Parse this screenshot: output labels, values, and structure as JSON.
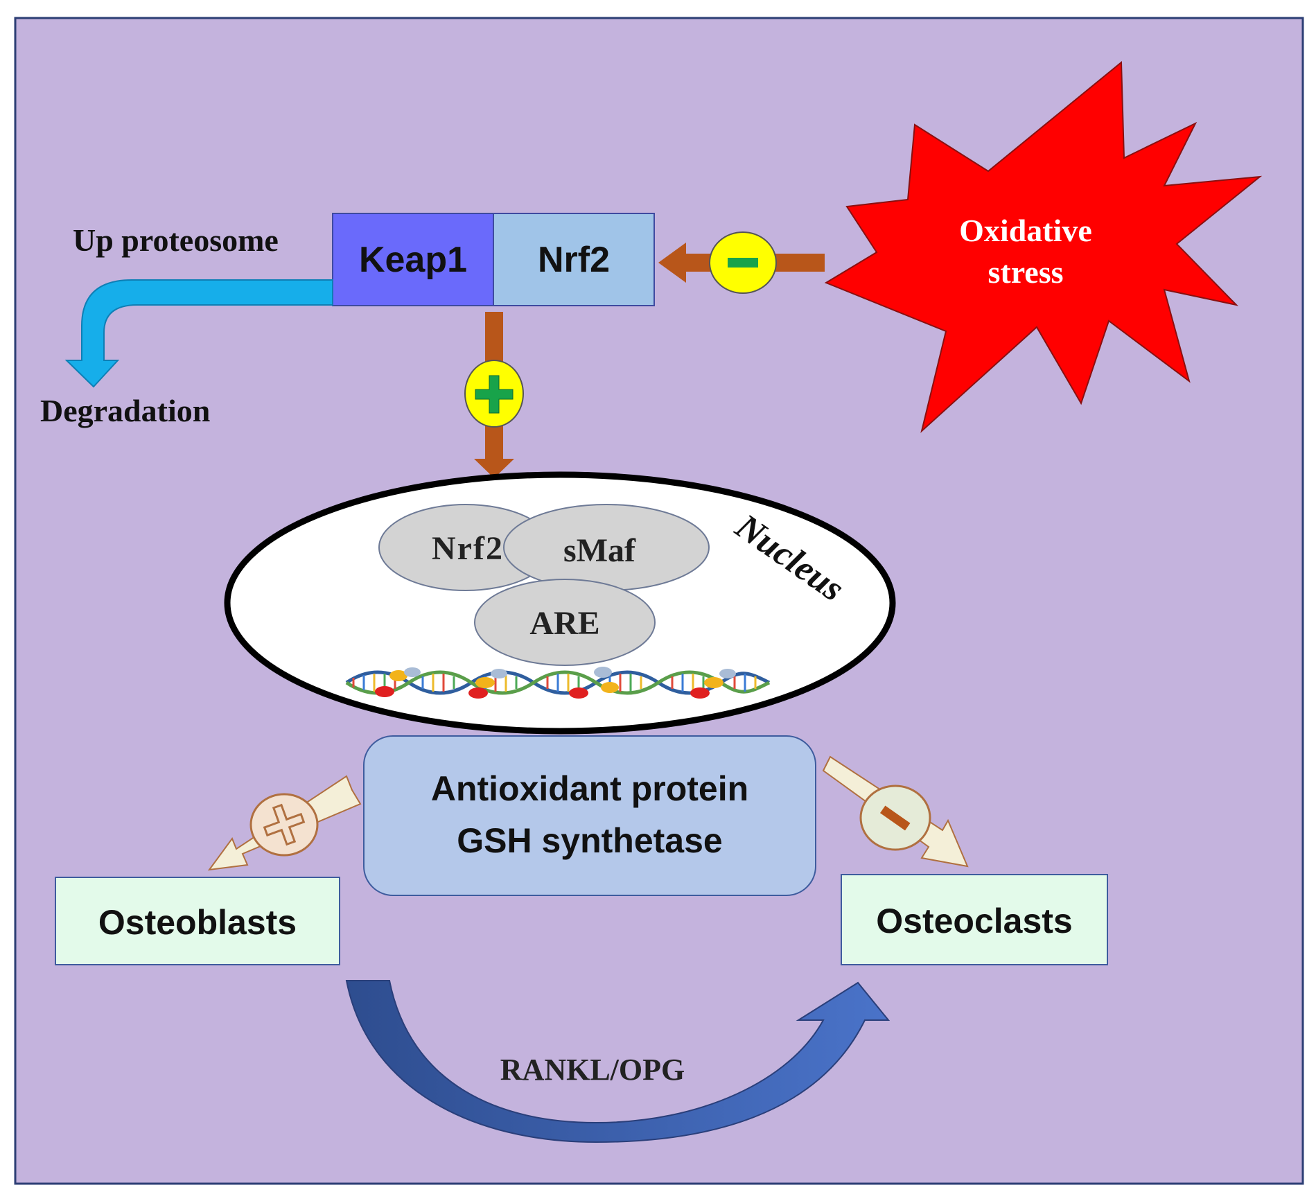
{
  "labels": {
    "up_proteosome": "Up proteosome",
    "degradation": "Degradation",
    "keap1": "Keap1",
    "nrf2_box": "Nrf2",
    "oxidative_line1": "Oxidative",
    "oxidative_line2": "stress",
    "nucleus": "Nucleus",
    "nrf2_oval": "Nrf2",
    "smaf": "sMaf",
    "are": "ARE",
    "antioxidant_line1": "Antioxidant protein",
    "antioxidant_line2": "GSH synthetase",
    "osteoblasts": "Osteoblasts",
    "osteoclasts": "Osteoclasts",
    "rankl_opg": "RANKL/OPG"
  },
  "colors": {
    "background": "#C4B3DD",
    "keap1_box": "#6A6AFB",
    "nrf2_box": "#A0C4E8",
    "star": "#FF0000",
    "brown_arrow": "#B8561A",
    "sign_circle": "#FFFF00",
    "sign_green": "#18A34A",
    "blue_arrow": "#16AEEA",
    "antioxidant_box": "#B4C8EA",
    "cell_box": "#E3FAEA",
    "curve_arrow": "#3457A0"
  },
  "signs": {
    "oxidative_to_nrf2": "minus",
    "nrf2_to_nucleus": "plus",
    "to_osteoblasts": "plus",
    "to_osteoclasts": "minus"
  }
}
